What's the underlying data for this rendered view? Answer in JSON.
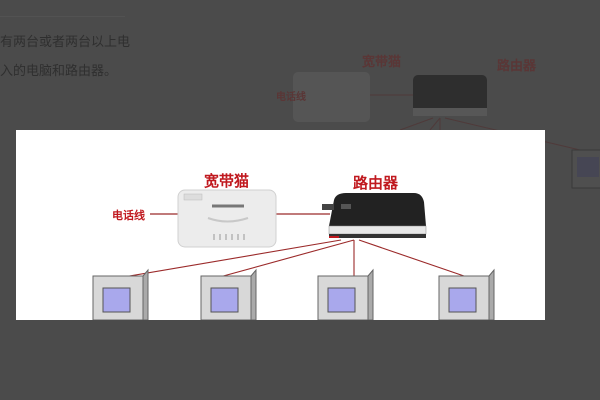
{
  "background_page": {
    "text_lines": [
      "有两台或者两台以上电",
      "入的电脑和路由器。"
    ],
    "diagram_labels": {
      "modem": "宽带猫",
      "router": "路由器",
      "phone_line": "电话线"
    }
  },
  "lightbox": {
    "image_labels": {
      "modem": "宽带猫",
      "router": "路由器",
      "phone_line": "电话线"
    },
    "colors": {
      "label": "#c0191f",
      "cable": "#9b2a2a",
      "overlay": "#4b4b4b"
    }
  }
}
